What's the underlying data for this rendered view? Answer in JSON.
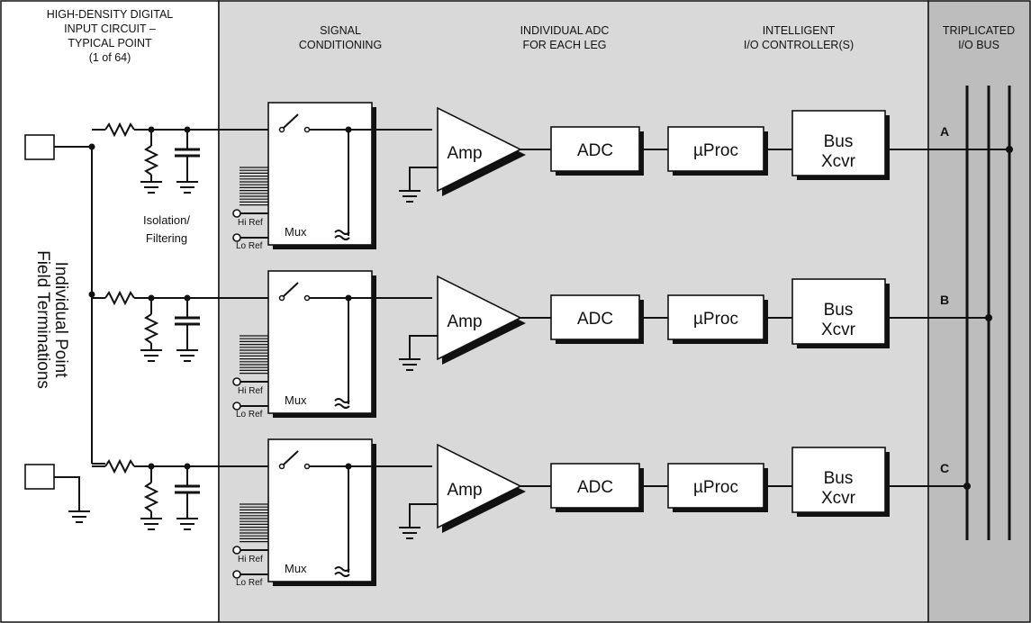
{
  "headers": {
    "input_circuit": [
      "HIGH-DENSITY DIGITAL",
      "INPUT CIRCUIT –",
      "TYPICAL POINT",
      "(1 of 64)"
    ],
    "signal_conditioning": [
      "SIGNAL",
      "CONDITIONING"
    ],
    "adc": [
      "INDIVIDUAL ADC",
      "FOR EACH LEG"
    ],
    "io_controller": [
      "INTELLIGENT",
      "I/O CONTROLLER(S)"
    ],
    "bus": [
      "TRIPLICATED",
      "I/O BUS"
    ]
  },
  "field_terminations": [
    "Individual Point",
    "Field Terminations"
  ],
  "isolation_label": [
    "Isolation/",
    "Filtering"
  ],
  "legs": [
    {
      "bus_label": "A",
      "mux_label": "Mux",
      "hi_ref": "Hi Ref",
      "lo_ref": "Lo Ref",
      "amp_label": "Amp",
      "adc_label": "ADC",
      "proc_label": "µProc",
      "xcvr_label": [
        "Bus",
        "Xcvr"
      ]
    },
    {
      "bus_label": "B",
      "mux_label": "Mux",
      "hi_ref": "Hi Ref",
      "lo_ref": "Lo Ref",
      "amp_label": "Amp",
      "adc_label": "ADC",
      "proc_label": "µProc",
      "xcvr_label": [
        "Bus",
        "Xcvr"
      ]
    },
    {
      "bus_label": "C",
      "mux_label": "Mux",
      "hi_ref": "Hi Ref",
      "lo_ref": "Lo Ref",
      "amp_label": "Amp",
      "adc_label": "ADC",
      "proc_label": "µProc",
      "xcvr_label": [
        "Bus",
        "Xcvr"
      ]
    }
  ],
  "colors": {
    "panel_white": "#ffffff",
    "panel_light_gray": "#d9d9d9",
    "panel_dark_gray": "#bdbdbd",
    "line": "#111111"
  }
}
